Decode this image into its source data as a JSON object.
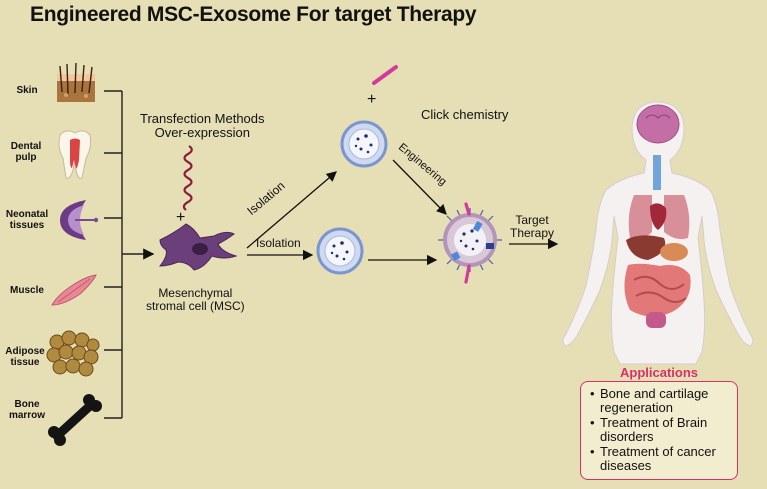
{
  "title": "Engineered MSC-Exosome For target Therapy",
  "sources": [
    "Skin",
    "Dental\npulp",
    "Neonatal\ntissues",
    "Muscle",
    "Adipose\ntissue",
    "Bone\nmarrow"
  ],
  "transfection": "Transfection Methods\nOver-expression",
  "plus": "+",
  "msc_label": "Mesenchymal\nstromal cell (MSC)",
  "isolation": "Isolation",
  "click_chemistry": "Click chemistry",
  "engineering": "Engineering",
  "target_therapy": "Target\nTherapy",
  "applications": {
    "title": "Applications",
    "bullet": "•",
    "items": [
      "Bone and cartilage regeneration",
      "Treatment of Brain disorders",
      "Treatment of cancer diseases"
    ]
  },
  "colors": {
    "accent": "#d8306b",
    "background": "#e6dfb6",
    "exosome": "#3f63b5"
  }
}
